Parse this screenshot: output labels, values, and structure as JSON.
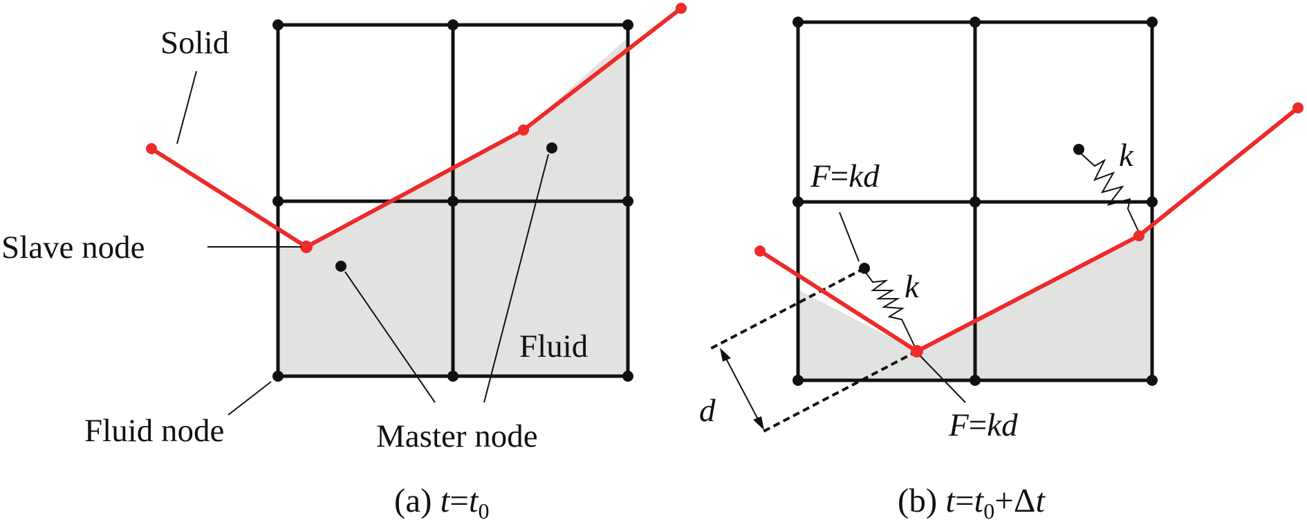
{
  "panel_a": {
    "solid_label": "Solid",
    "slave_node_label": "Slave node",
    "fluid_label": "Fluid",
    "fluid_node_label": "Fluid node",
    "master_node_label": "Master node",
    "caption": {
      "prefix": "(a) ",
      "var": "t",
      "eq": "=",
      "var2": "t",
      "sub": "0"
    }
  },
  "panel_b": {
    "force_upper": {
      "F": "F",
      "eq": "=",
      "kd": "kd"
    },
    "force_lower": {
      "F": "F",
      "eq": "=",
      "kd": "kd"
    },
    "spring_k_top": "k",
    "spring_k_left": "k",
    "distance_label": "d",
    "caption": {
      "prefix": "(b) ",
      "var": "t",
      "eq": "=",
      "var2": "t",
      "sub": "0",
      "plus": "+Δ",
      "var3": "t"
    }
  },
  "colors": {
    "solid": "#ee2a2a",
    "fluid_fill": "#e2e2e0",
    "grid": "#111111"
  }
}
